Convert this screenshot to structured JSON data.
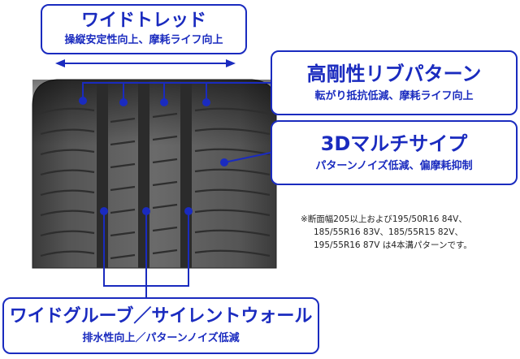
{
  "colors": {
    "accent": "#1a2bbf",
    "tread": "#4a4a4a",
    "groove": "#2a2a2a"
  },
  "callouts": {
    "wide_tread": {
      "title": "ワイドトレッド",
      "subtitle": "操縦安定性向上、摩耗ライフ向上"
    },
    "rib_pattern": {
      "title": "高剛性リブパターン",
      "subtitle": "転がり抵抗低減、摩耗ライフ向上"
    },
    "multi_sipe": {
      "title": "3Dマルチサイプ",
      "subtitle": "パターンノイズ低減、偏摩耗抑制"
    },
    "wide_groove": {
      "title": "ワイドグルーブ／サイレントウォール",
      "subtitle": "排水性向上／パターンノイズ低減"
    }
  },
  "note": {
    "lines": [
      "※断面幅205以上および195/50R16 84V、",
      "185/55R16 83V、185/55R15 82V、",
      "195/55R16 87V は4本溝パターンです。"
    ]
  }
}
